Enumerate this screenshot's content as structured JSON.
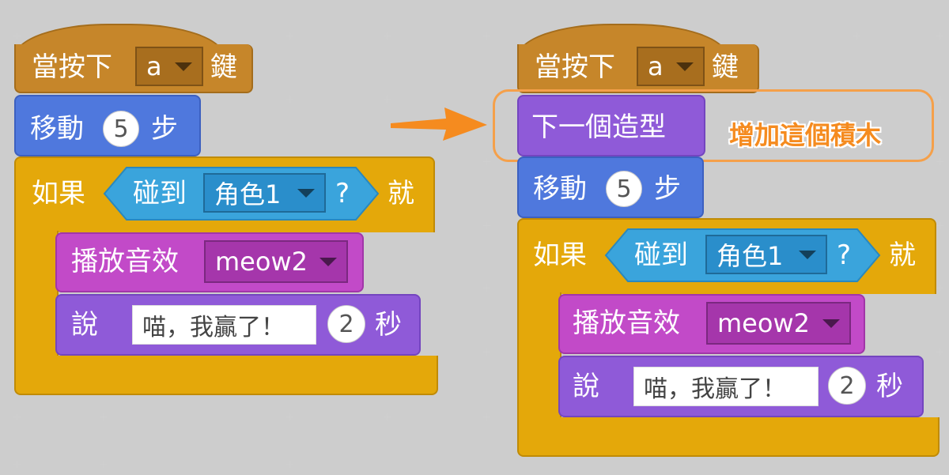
{
  "left_script": {
    "when_key": {
      "prefix": "當按下",
      "key": "a",
      "suffix": "鍵"
    },
    "move": {
      "prefix": "移動",
      "steps": "5",
      "suffix": "步"
    },
    "if": {
      "prefix": "如果",
      "suffix": "就"
    },
    "touching": {
      "prefix": "碰到",
      "target": "角色1",
      "q": "?"
    },
    "play_sound": {
      "prefix": "播放音效",
      "sound": "meow2"
    },
    "say": {
      "prefix": "說",
      "message": "喵，我贏了！",
      "secs": "2",
      "suffix": "秒"
    }
  },
  "right_script": {
    "when_key": {
      "prefix": "當按下",
      "key": "a",
      "suffix": "鍵"
    },
    "next_costume": {
      "label": "下一個造型"
    },
    "move": {
      "prefix": "移動",
      "steps": "5",
      "suffix": "步"
    },
    "if": {
      "prefix": "如果",
      "suffix": "就"
    },
    "touching": {
      "prefix": "碰到",
      "target": "角色1",
      "q": "?"
    },
    "play_sound": {
      "prefix": "播放音效",
      "sound": "meow2"
    },
    "say": {
      "prefix": "說",
      "message": "喵，我贏了！",
      "secs": "2",
      "suffix": "秒"
    }
  },
  "annotation": {
    "text": "增加這個積木",
    "color": "#f58b1f"
  },
  "colors": {
    "events": "#c6862a",
    "motion": "#4f78dd",
    "looks": "#8f5ad8",
    "sound": "#c24ac8",
    "control": "#e4a80a",
    "sensing": "#3aa4dc",
    "highlight": "#f5a04a"
  }
}
